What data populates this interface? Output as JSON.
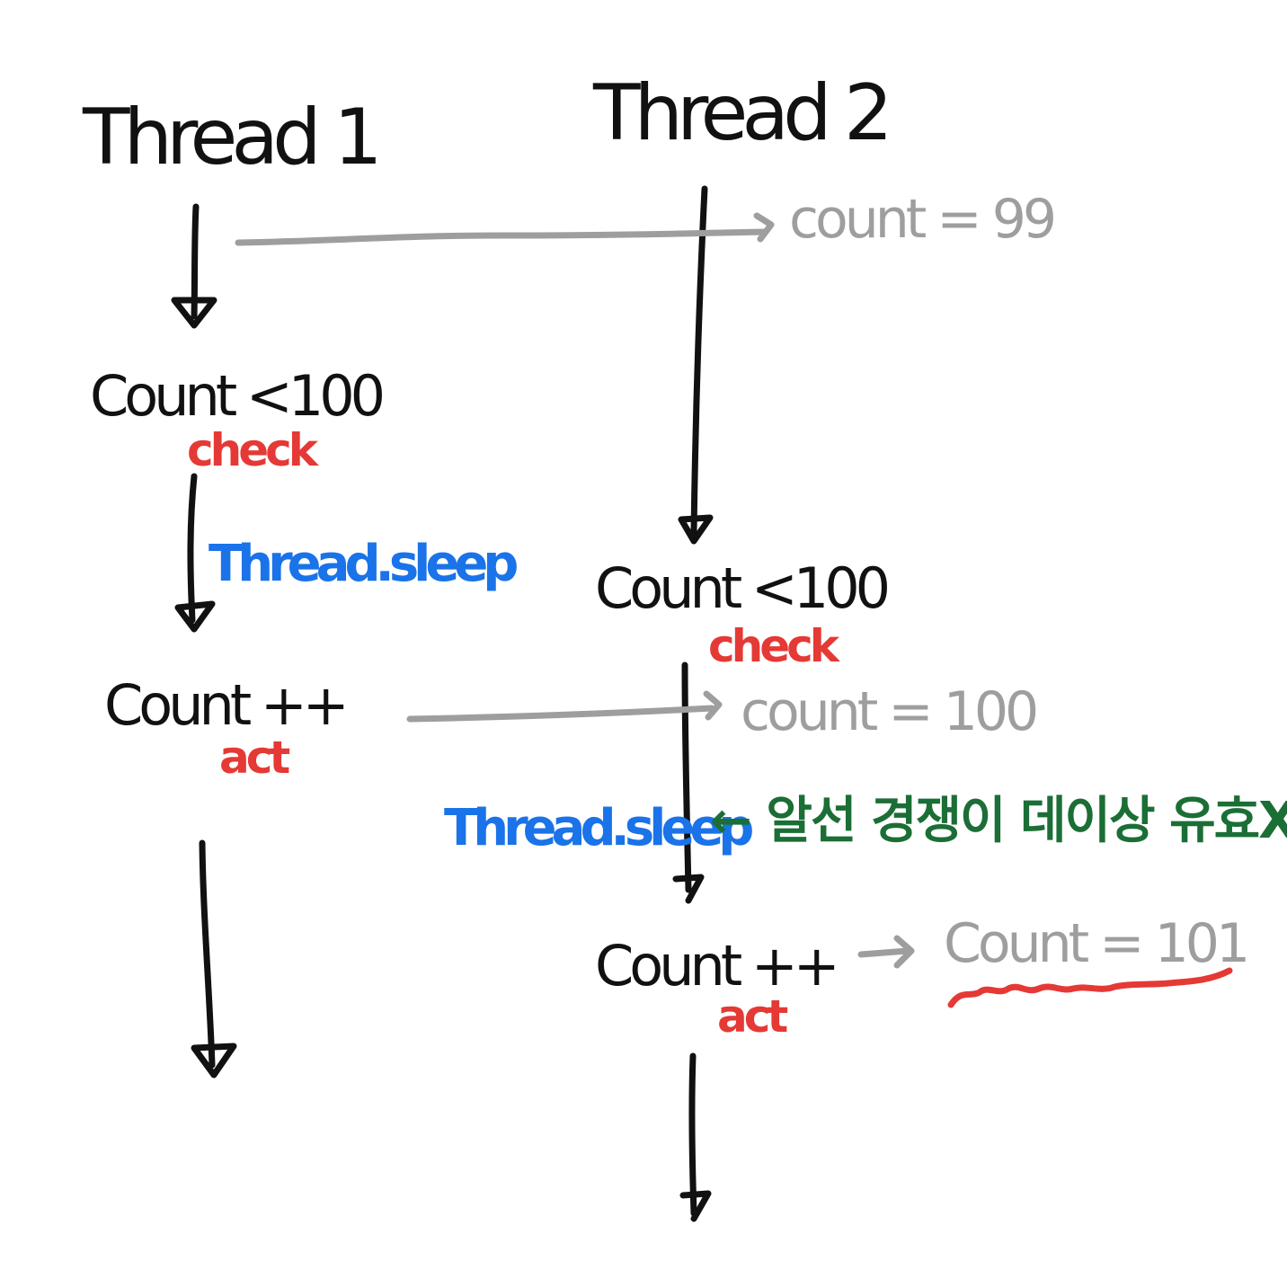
{
  "colors": {
    "ink": "#111111",
    "check_act": "#e53935",
    "sleep": "#1a73e8",
    "note": "#9e9e9e",
    "comment": "#1b6e35",
    "underline": "#e53935"
  },
  "thread1": {
    "title": "Thread 1",
    "check_statement": "Count <100",
    "check_tag": "check",
    "sleep": "Thread.sleep",
    "act_statement": "Count ++",
    "act_tag": "act"
  },
  "thread2": {
    "title": "Thread 2",
    "check_statement": "Count <100",
    "check_tag": "check",
    "sleep": "Thread.sleep",
    "act_statement": "Count ++",
    "act_tag": "act"
  },
  "notes": {
    "count_99": "count = 99",
    "count_100": "count = 100",
    "count_101": "Count = 101",
    "comment": "← 알선 경쟁이 데이상 유효X"
  }
}
